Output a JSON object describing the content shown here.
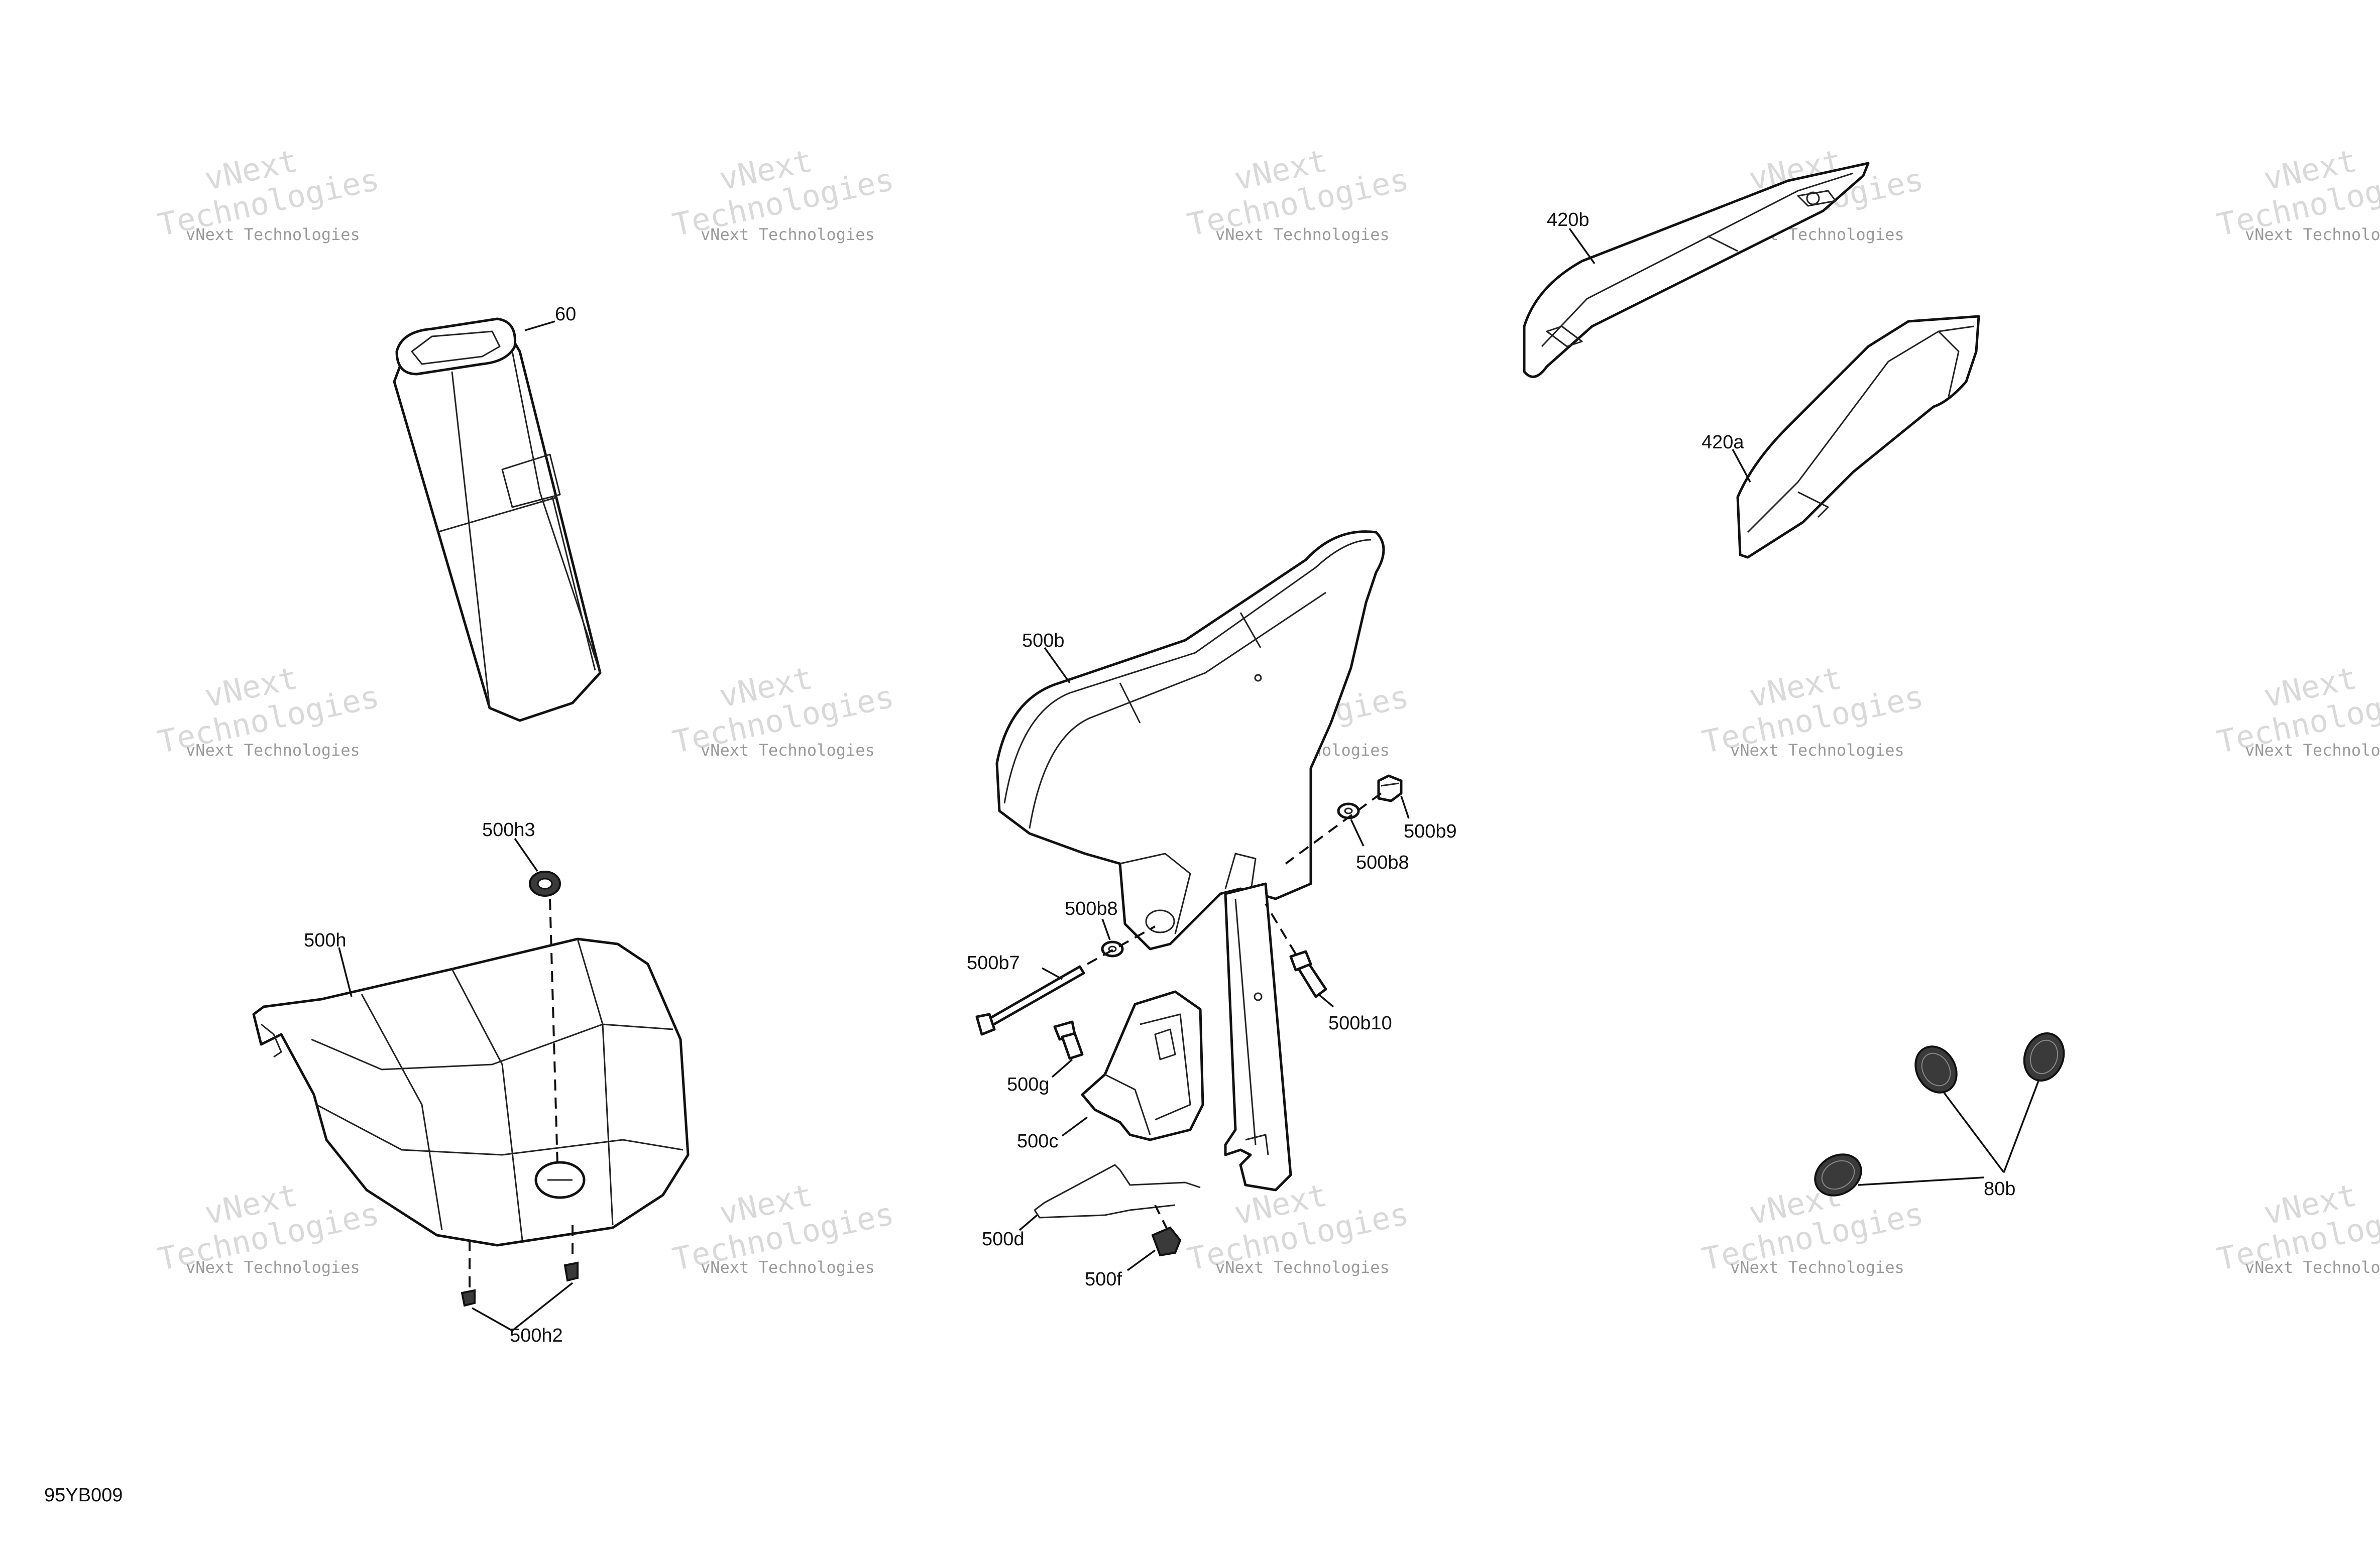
{
  "drawing_id": "95YB009",
  "watermark": {
    "line_top": "vNext",
    "line_main": "Technologies",
    "line_small": "vNext Technologies"
  },
  "callouts": {
    "c60": "60",
    "c420b": "420b",
    "c420a": "420a",
    "c500b": "500b",
    "c500h3": "500h3",
    "c500h": "500h",
    "c500h2": "500h2",
    "c500b9": "500b9",
    "c500b8_right": "500b8",
    "c500b8_left": "500b8",
    "c500b7": "500b7",
    "c500b10": "500b10",
    "c500g": "500g",
    "c500c": "500c",
    "c500d": "500d",
    "c500f": "500f",
    "c80b": "80b"
  }
}
